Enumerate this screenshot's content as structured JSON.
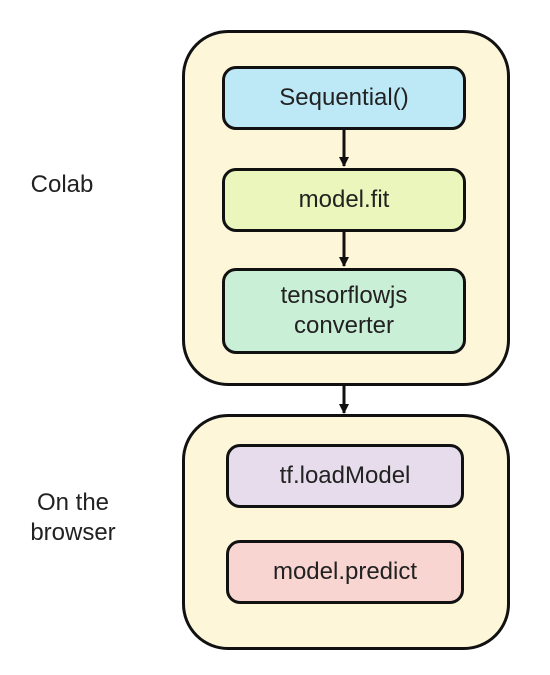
{
  "colors": {
    "group_fill": "#fdf6d8",
    "outline": "#111111",
    "text": "#222222"
  },
  "groups": [
    {
      "label": "Colab"
    },
    {
      "label_lines": [
        "On the",
        "browser"
      ]
    }
  ],
  "nodes": {
    "sequential": {
      "text": "Sequential()",
      "color": "#bde9f7"
    },
    "fit": {
      "text": "model.fit",
      "color": "#eaf6bb"
    },
    "converter": {
      "lines": [
        "tensorflowjs",
        "converter"
      ],
      "color": "#c9efd6"
    },
    "load": {
      "text": "tf.loadModel",
      "color": "#e6dcec"
    },
    "predict": {
      "text": "model.predict",
      "color": "#f9d5d1"
    }
  },
  "edges": [
    {
      "from": "sequential",
      "to": "fit"
    },
    {
      "from": "fit",
      "to": "converter"
    },
    {
      "from": "converter",
      "to": "load"
    }
  ]
}
